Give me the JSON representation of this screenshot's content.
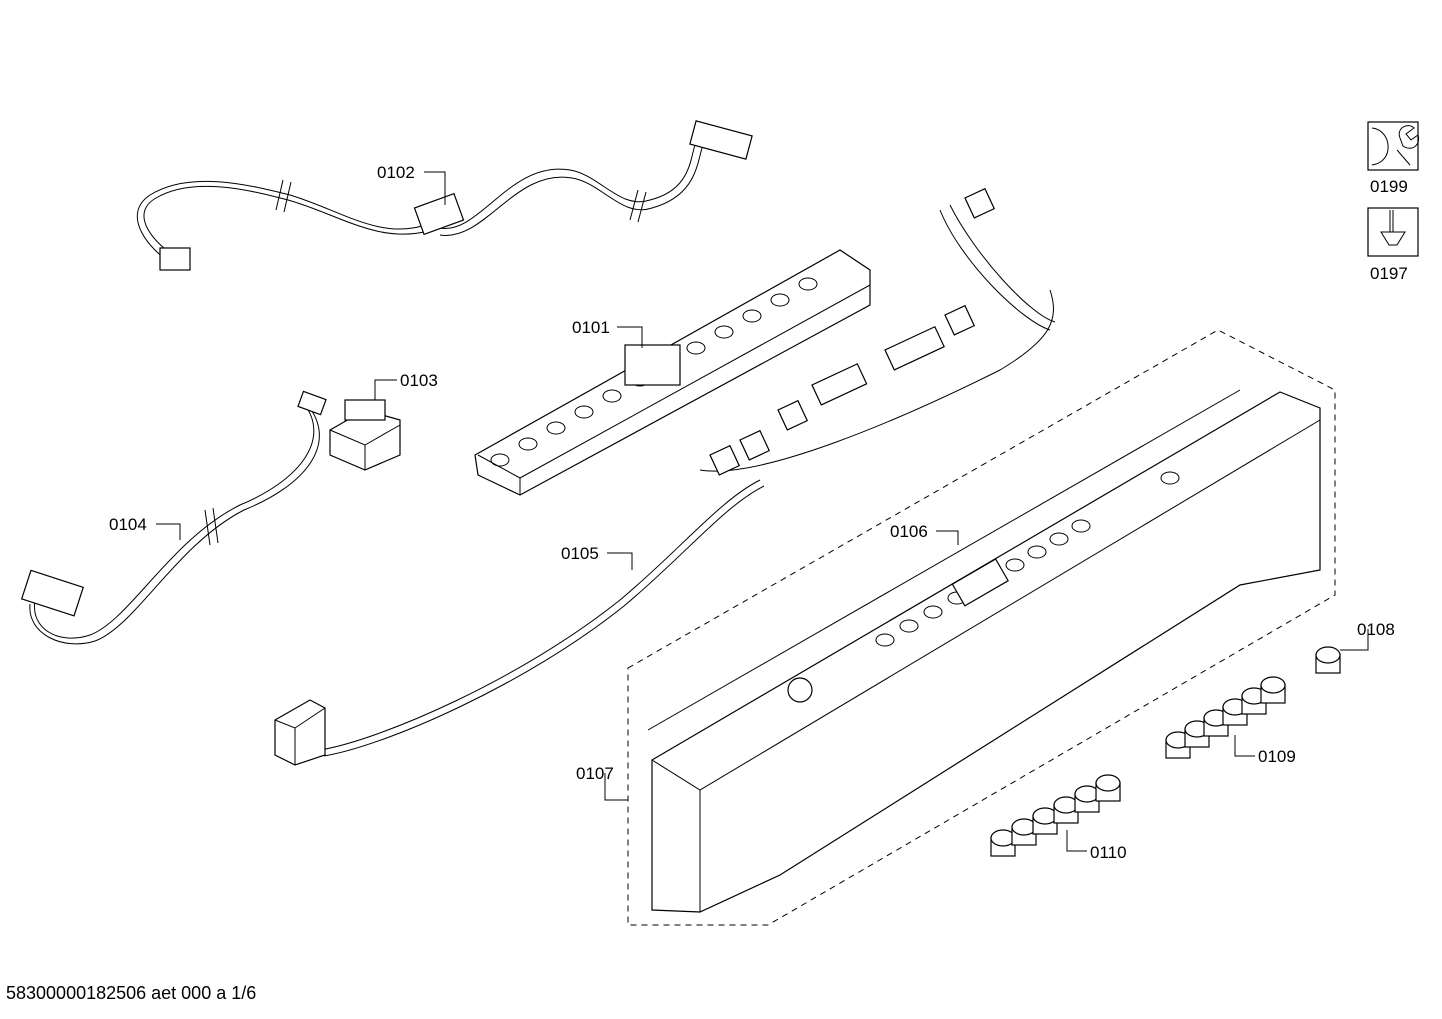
{
  "parts": [
    {
      "id": "p0101",
      "label": "0101"
    },
    {
      "id": "p0102",
      "label": "0102"
    },
    {
      "id": "p0103",
      "label": "0103"
    },
    {
      "id": "p0104",
      "label": "0104"
    },
    {
      "id": "p0105",
      "label": "0105"
    },
    {
      "id": "p0106",
      "label": "0106"
    },
    {
      "id": "p0107",
      "label": "0107"
    },
    {
      "id": "p0108",
      "label": "0108"
    },
    {
      "id": "p0109",
      "label": "0109"
    },
    {
      "id": "p0110",
      "label": "0110"
    }
  ],
  "tools": [
    {
      "id": "t0199",
      "label": "0199",
      "icon": "wrench-icon"
    },
    {
      "id": "t0197",
      "label": "0197",
      "icon": "screwdriver-icon"
    }
  ],
  "footer": "58300000182506 aet 000 a 1/6"
}
